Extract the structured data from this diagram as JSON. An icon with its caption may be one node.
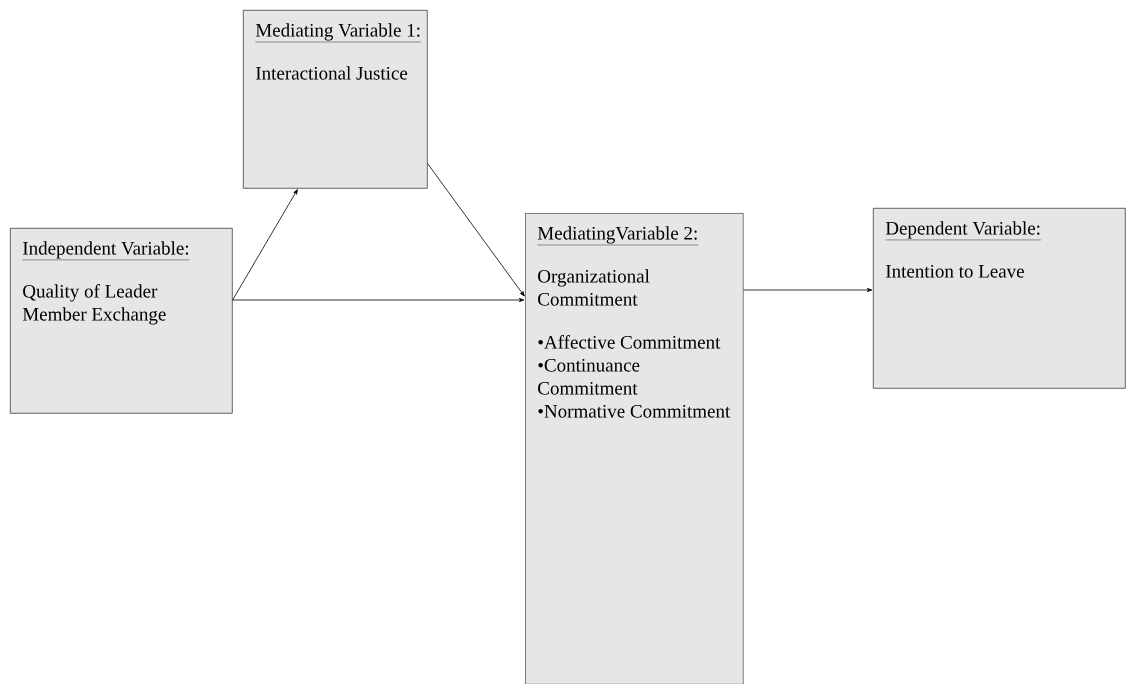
{
  "diagram": {
    "nodes": [
      {
        "text": [
          "Independent Variable:",
          "Quality of Leader Member Exchange"
        ]
      },
      {
        "text": [
          "Mediating Variable 1:",
          "Interactional Justice"
        ]
      },
      {
        "text": [
          "MediatingVariable 2:",
          "Organizational Commitment",
          "•Affective Commitment",
          "•Continuance Commitment",
          "•Normative Commitment"
        ]
      },
      {
        "text": [
          "Dependent Variable:",
          "Intention to Leave"
        ]
      }
    ],
    "edges": [
      {
        "from": 0,
        "to": 1,
        "arrow": "to"
      },
      {
        "from": 1,
        "to": 2,
        "arrow": "to"
      },
      {
        "from": 0,
        "to": 2,
        "arrow": "to"
      },
      {
        "from": 2,
        "to": 3,
        "arrow": "to"
      }
    ]
  }
}
